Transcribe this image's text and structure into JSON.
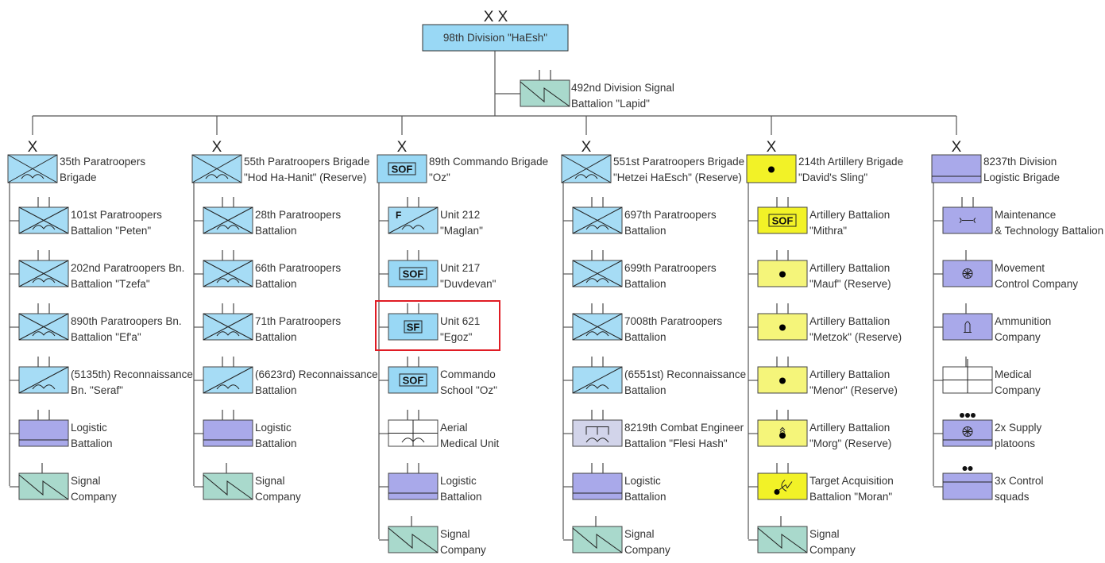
{
  "title": "98th Division \"HaEsh\" order of battle",
  "colors": {
    "infantry": "#a6dcf5",
    "division": "#99d8f5",
    "artillery_bright": "#f2f227",
    "artillery_pale": "#f5f57a",
    "logistics": "#a9a9ea",
    "signal": "#a9d9cc",
    "engineer": "#d2d4ea",
    "medical": "#ffffff",
    "highlight": "#e01c24",
    "line": "#555555"
  },
  "division": {
    "echelon": "X X",
    "label": "98th Division \"HaEsh\"",
    "attached": {
      "type": "signal",
      "label_lines": [
        "492nd Division Signal",
        "Battalion \"Lapid\""
      ]
    }
  },
  "brigades": [
    {
      "echelon": "X",
      "type": "airborne",
      "label_lines": [
        "35th Paratroopers",
        "Brigade"
      ],
      "units": [
        {
          "type": "airborne",
          "size": "II",
          "label_lines": [
            "101st Paratroopers",
            "Battalion \"Peten\""
          ]
        },
        {
          "type": "airborne",
          "size": "II",
          "label_lines": [
            "202nd Paratroopers Bn.",
            "Battalion \"Tzefa\""
          ]
        },
        {
          "type": "airborne",
          "size": "II",
          "label_lines": [
            "890th Paratroopers Bn.",
            "Battalion \"Ef'a\""
          ]
        },
        {
          "type": "airborne-recon",
          "size": "II",
          "label_lines": [
            "(5135th) Reconnaissance",
            "Bn. \"Seraf\""
          ]
        },
        {
          "type": "logistic",
          "size": "II",
          "label_lines": [
            "Logistic",
            "Battalion"
          ]
        },
        {
          "type": "signal",
          "size": "I",
          "label_lines": [
            "Signal",
            "Company"
          ]
        }
      ]
    },
    {
      "echelon": "X",
      "type": "airborne",
      "label_lines": [
        "55th Paratroopers Brigade",
        "\"Hod Ha-Hanit\" (Reserve)"
      ],
      "units": [
        {
          "type": "airborne",
          "size": "II",
          "label_lines": [
            "28th Paratroopers",
            "Battalion"
          ]
        },
        {
          "type": "airborne",
          "size": "II",
          "label_lines": [
            "66th Paratroopers",
            "Battalion"
          ]
        },
        {
          "type": "airborne",
          "size": "II",
          "label_lines": [
            "71th Paratroopers",
            "Battalion"
          ]
        },
        {
          "type": "airborne-recon",
          "size": "II",
          "label_lines": [
            "(6623rd) Reconnaissance",
            "Battalion"
          ]
        },
        {
          "type": "logistic",
          "size": "II",
          "label_lines": [
            "Logistic",
            "Battalion"
          ]
        },
        {
          "type": "signal",
          "size": "I",
          "label_lines": [
            "Signal",
            "Company"
          ]
        }
      ]
    },
    {
      "echelon": "X",
      "type": "sof",
      "label_lines": [
        "89th Commando Brigade",
        "\"Oz\""
      ],
      "units": [
        {
          "type": "recon-f",
          "size": "II",
          "label_lines": [
            "Unit 212",
            "\"Maglan\""
          ],
          "modifier": "F"
        },
        {
          "type": "sof",
          "size": "II",
          "label_lines": [
            "Unit 217",
            "\"Duvdevan\""
          ],
          "modifier": "SOF"
        },
        {
          "type": "sf",
          "size": "II",
          "label_lines": [
            "Unit 621",
            "\"Egoz\""
          ],
          "modifier": "SF",
          "highlighted": true
        },
        {
          "type": "sof",
          "size": "II",
          "label_lines": [
            "Commando",
            "School \"Oz\""
          ],
          "modifier": "SOF"
        },
        {
          "type": "medical-air",
          "size": "II",
          "label_lines": [
            "Aerial",
            "Medical Unit"
          ]
        },
        {
          "type": "logistic",
          "size": "II",
          "label_lines": [
            "Logistic",
            "Battalion"
          ]
        },
        {
          "type": "signal",
          "size": "I",
          "label_lines": [
            "Signal",
            "Company"
          ]
        }
      ]
    },
    {
      "echelon": "X",
      "type": "airborne",
      "label_lines": [
        "551st Paratroopers Brigade",
        "\"Hetzei HaEsch\" (Reserve)"
      ],
      "units": [
        {
          "type": "airborne",
          "size": "II",
          "label_lines": [
            "697th Paratroopers",
            "Battalion"
          ]
        },
        {
          "type": "airborne",
          "size": "II",
          "label_lines": [
            "699th Paratroopers",
            "Battalion"
          ]
        },
        {
          "type": "airborne",
          "size": "II",
          "label_lines": [
            "7008th Paratroopers",
            "Battalion"
          ]
        },
        {
          "type": "airborne-recon",
          "size": "II",
          "label_lines": [
            "(6551st) Reconnaissance",
            "Battalion"
          ]
        },
        {
          "type": "engineer",
          "size": "II",
          "label_lines": [
            "8219th Combat Engineer",
            "Battalion \"Flesi Hash\""
          ]
        },
        {
          "type": "logistic",
          "size": "II",
          "label_lines": [
            "Logistic",
            "Battalion"
          ]
        },
        {
          "type": "signal",
          "size": "I",
          "label_lines": [
            "Signal",
            "Company"
          ]
        }
      ]
    },
    {
      "echelon": "X",
      "type": "artillery",
      "label_lines": [
        "214th Artillery Brigade",
        "\"David's Sling\""
      ],
      "units": [
        {
          "type": "artillery-sof",
          "size": "II",
          "label_lines": [
            "Artillery Battalion",
            "\"Mithra\""
          ],
          "modifier": "SOF"
        },
        {
          "type": "artillery",
          "size": "II",
          "label_lines": [
            "Artillery Battalion",
            "\"Mauf\" (Reserve)"
          ]
        },
        {
          "type": "artillery",
          "size": "II",
          "label_lines": [
            "Artillery Battalion",
            "\"Metzok\" (Reserve)"
          ]
        },
        {
          "type": "artillery",
          "size": "II",
          "label_lines": [
            "Artillery Battalion",
            "\"Menor\" (Reserve)"
          ]
        },
        {
          "type": "artillery-rocket",
          "size": "II",
          "label_lines": [
            "Artillery Battalion",
            "\"Morg\" (Reserve)"
          ]
        },
        {
          "type": "target-acquisition",
          "size": "II",
          "label_lines": [
            "Target Acquisition",
            "Battalion \"Moran\""
          ]
        },
        {
          "type": "signal",
          "size": "I",
          "label_lines": [
            "Signal",
            "Company"
          ]
        }
      ]
    },
    {
      "echelon": "X",
      "type": "logistic",
      "label_lines": [
        "8237th Division",
        "Logistic Brigade"
      ],
      "units": [
        {
          "type": "maintenance",
          "size": "II",
          "label_lines": [
            "Maintenance",
            "& Technology Battalion"
          ]
        },
        {
          "type": "movement-control",
          "size": "I",
          "label_lines": [
            "Movement",
            "Control Company"
          ]
        },
        {
          "type": "ammunition",
          "size": "I",
          "label_lines": [
            "Ammunition",
            "Company"
          ]
        },
        {
          "type": "medical",
          "size": "I",
          "label_lines": [
            "Medical",
            "Company"
          ]
        },
        {
          "type": "supply-platoon",
          "size": "•••",
          "label_lines": [
            "2x Supply",
            "platoons"
          ]
        },
        {
          "type": "control-squad",
          "size": "••",
          "label_lines": [
            "3x Control",
            "squads"
          ]
        }
      ]
    }
  ]
}
